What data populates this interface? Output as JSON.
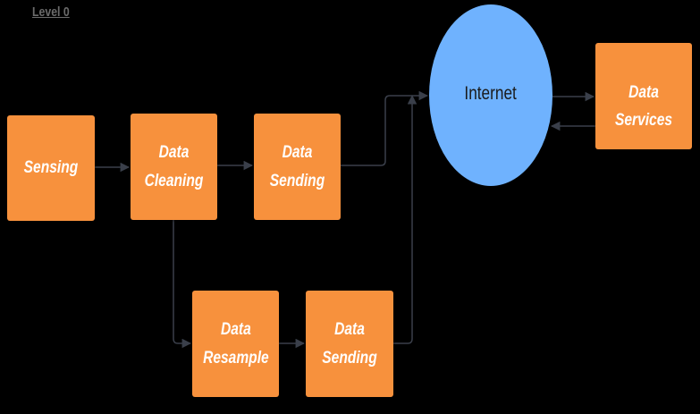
{
  "title": "Level 0",
  "nodes": {
    "sensing": "Sensing",
    "cleaning": "Data Cleaning",
    "sending_top": "Data Sending",
    "resample": "Data\nResample",
    "sending_bottom": "Data Sending",
    "internet": "Internet",
    "services": "Data Services"
  },
  "colors": {
    "process_box": "#f7913d",
    "internet": "#6fb2fe",
    "connector": "#3a3f4a",
    "background": "#000000"
  }
}
